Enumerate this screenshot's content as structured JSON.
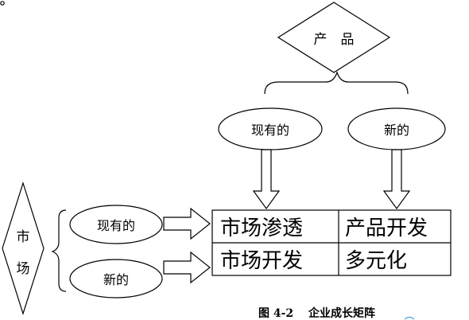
{
  "diagram": {
    "product_label": "产　品",
    "product_existing": "现有的",
    "product_new": "新的",
    "market_label_line1": "市",
    "market_label_line2": "场",
    "market_existing": "现有的",
    "market_new": "新的",
    "matrix": {
      "r1c1": "市场渗透",
      "r1c2": "产品开发",
      "r2c1": "市场开发",
      "r2c2": "多元化"
    },
    "caption": "图 4-2　 企业成长矩阵"
  }
}
